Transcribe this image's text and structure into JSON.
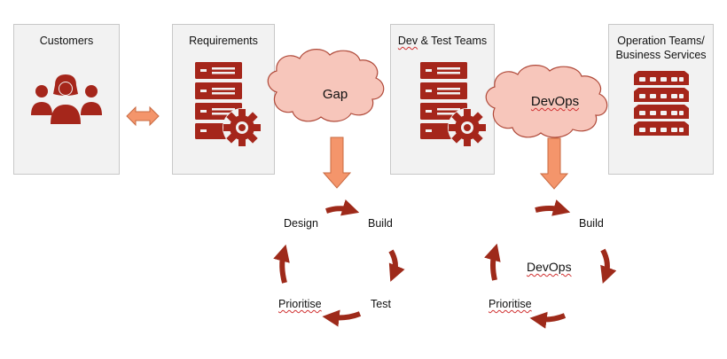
{
  "panels": {
    "customers": "Customers",
    "requirements": "Requirements",
    "dev_test": {
      "prefix": "Dev",
      "rest": " & Test Teams"
    },
    "operations": {
      "line1": "Operation Teams/",
      "line2": "Business Services"
    }
  },
  "clouds": {
    "gap": "Gap",
    "devops": "DevOps"
  },
  "cycle_left": {
    "design": "Design",
    "build": "Build",
    "test": "Test",
    "prioritise": "Prioritise"
  },
  "cycle_right": {
    "build": "Build",
    "center": "DevOps",
    "prioritise": "Prioritise"
  },
  "colors": {
    "icon": "#a5261b",
    "cycle_arrow": "#9e2a1a",
    "cloud_fill": "#f7c6bb",
    "cloud_stroke": "#b04a3a",
    "block_arrow": "#f4956b",
    "panel_bg": "#f2f2f2"
  }
}
